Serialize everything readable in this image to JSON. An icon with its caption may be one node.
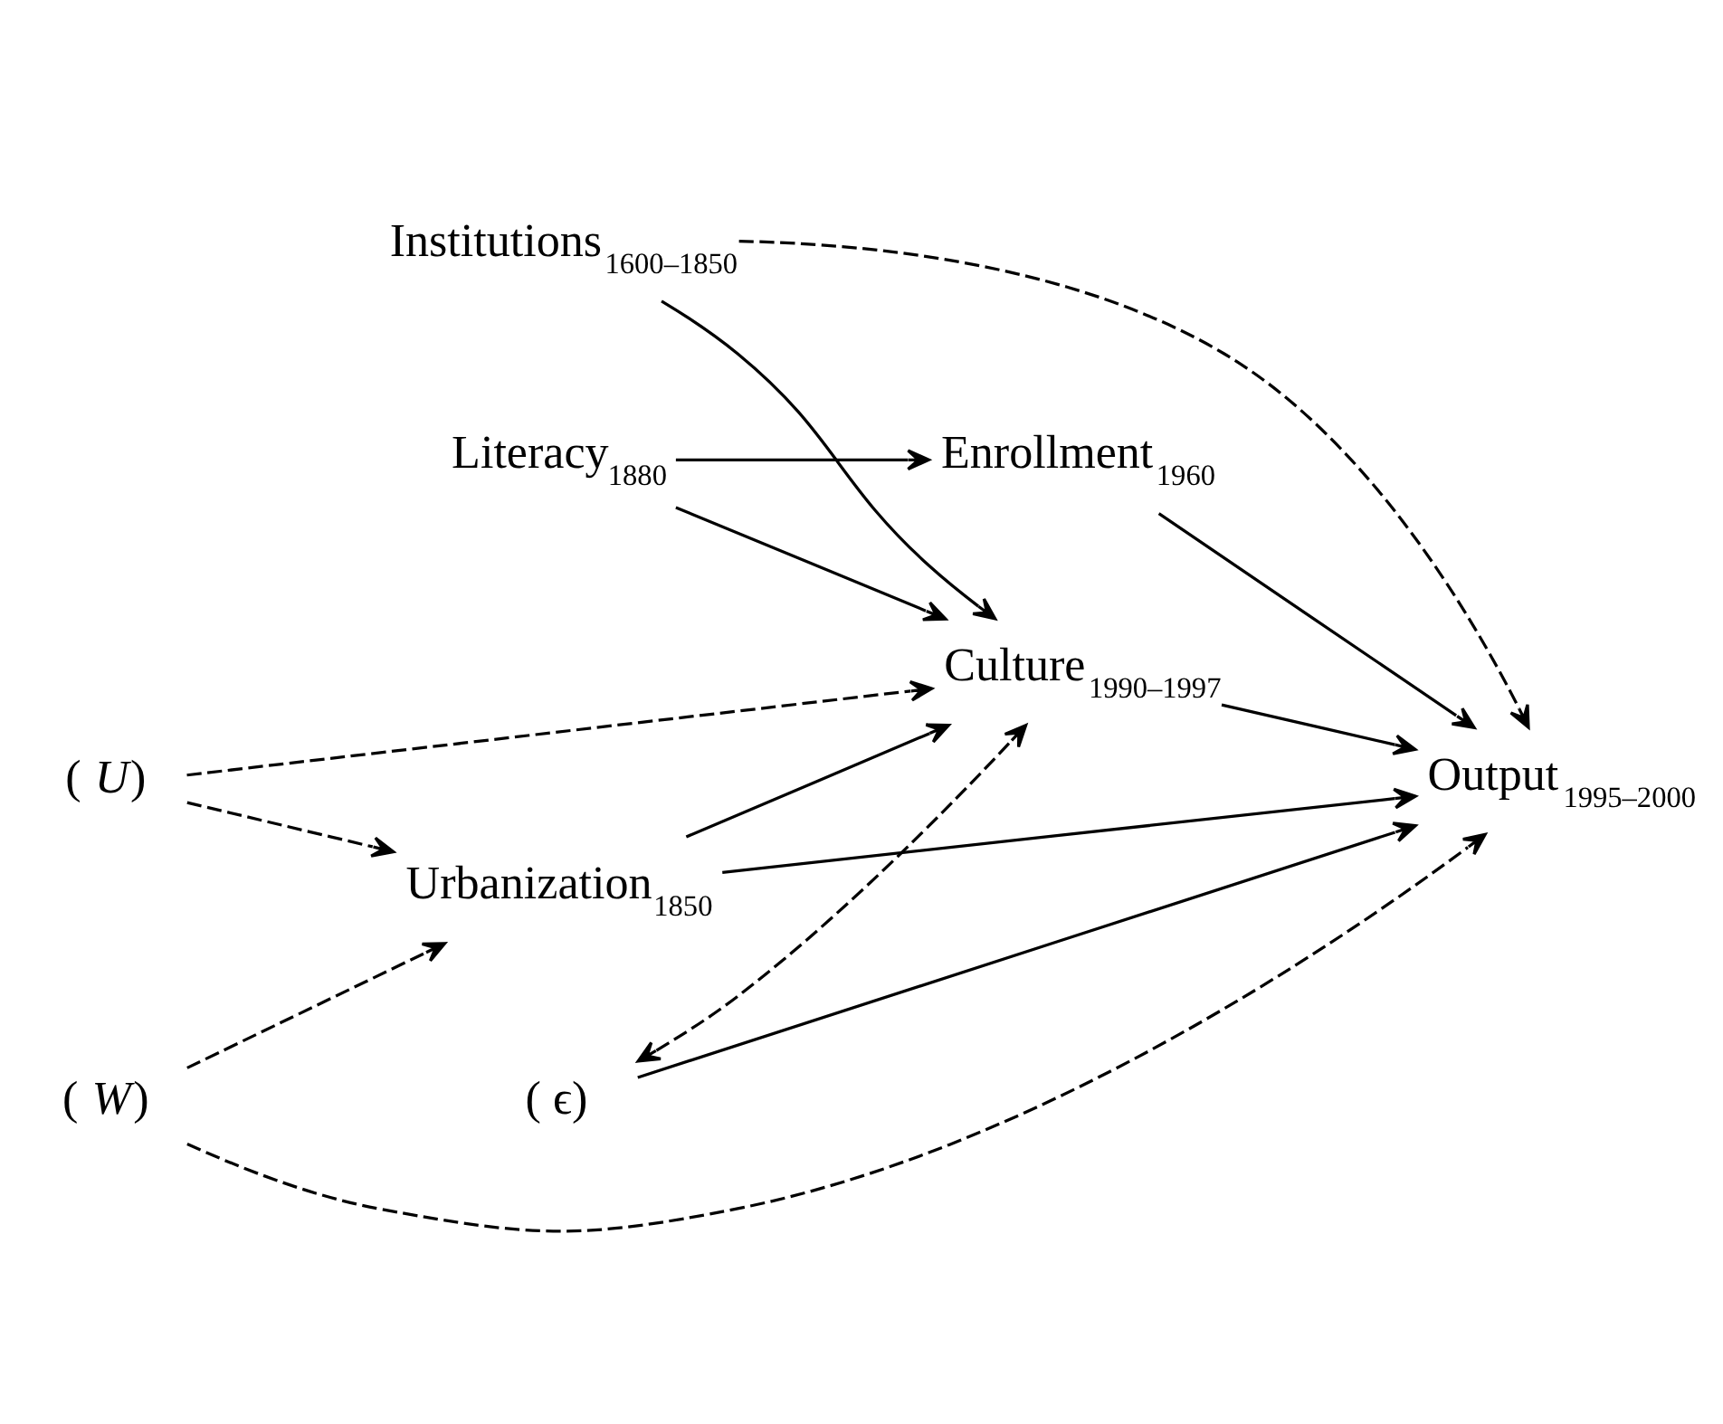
{
  "diagram": {
    "nodes": [
      {
        "text": [
          "Institutions$_{1600–1850}$"
        ]
      },
      {
        "text": [
          "Literacy$_{1880}$"
        ]
      },
      {
        "text": [
          "Enrollment$_{1960}$"
        ]
      },
      {
        "text": [
          "Culture$_{1990–1997}$"
        ]
      },
      {
        "text": [
          "Output$_{1995–2000}$"
        ]
      },
      {
        "text": [
          "( *U*)"
        ]
      },
      {
        "text": [
          "( *W*)"
        ]
      },
      {
        "text": [
          "Urbanization$_{1850}$"
        ]
      },
      {
        "text": [
          "( ϵ)"
        ]
      }
    ],
    "edges": [
      {
        "from": 0,
        "to": 3,
        "arrow": "to"
      },
      {
        "from": 0,
        "to": 4,
        "arrow": "to",
        "style": "dashed"
      },
      {
        "from": 1,
        "to": 2,
        "arrow": "to"
      },
      {
        "from": 1,
        "to": 3,
        "arrow": "to"
      },
      {
        "from": 2,
        "to": 4,
        "arrow": "to"
      },
      {
        "from": 3,
        "to": 4,
        "arrow": "to"
      },
      {
        "from": 5,
        "to": 3,
        "arrow": "to",
        "style": "dashed"
      },
      {
        "from": 5,
        "to": 7,
        "arrow": "to",
        "style": "dashed"
      },
      {
        "from": 6,
        "to": 4,
        "arrow": "to",
        "style": "dashed"
      },
      {
        "from": 6,
        "to": 7,
        "arrow": "to",
        "style": "dashed"
      },
      {
        "from": 7,
        "to": 3,
        "arrow": "to"
      },
      {
        "from": 7,
        "to": 4,
        "arrow": "to"
      },
      {
        "from": 8,
        "to": 3,
        "arrow": "both",
        "style": "dashed"
      },
      {
        "from": 8,
        "to": 4,
        "arrow": "to"
      }
    ]
  }
}
